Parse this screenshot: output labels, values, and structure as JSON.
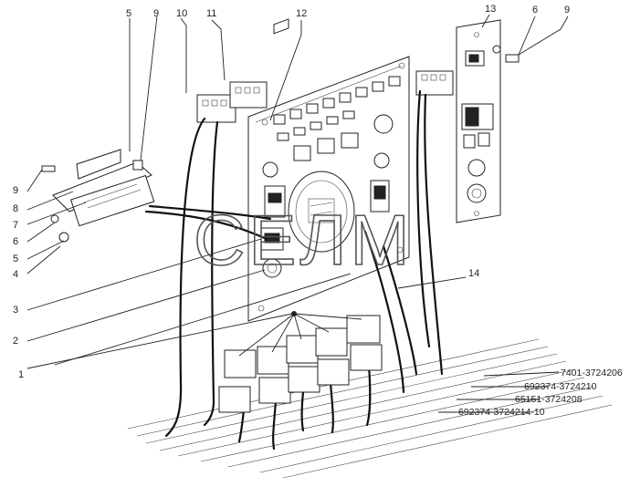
{
  "watermark": "СЕЛМ",
  "callouts": {
    "c5_top": "5",
    "c9_top": "9",
    "c10": "10",
    "c11": "11",
    "c12": "12",
    "c13": "13",
    "c6_right": "6",
    "c9_right": "9",
    "c14": "14",
    "c9_left": "9",
    "c8": "8",
    "c7": "7",
    "c6_left": "6",
    "c5_left": "5",
    "c4": "4",
    "c3": "3",
    "c2": "2",
    "c1": "1"
  },
  "harness_part_numbers": [
    "7401-3724206",
    "692374-3724210",
    "65151-3724208",
    "692374-3724214-10"
  ]
}
